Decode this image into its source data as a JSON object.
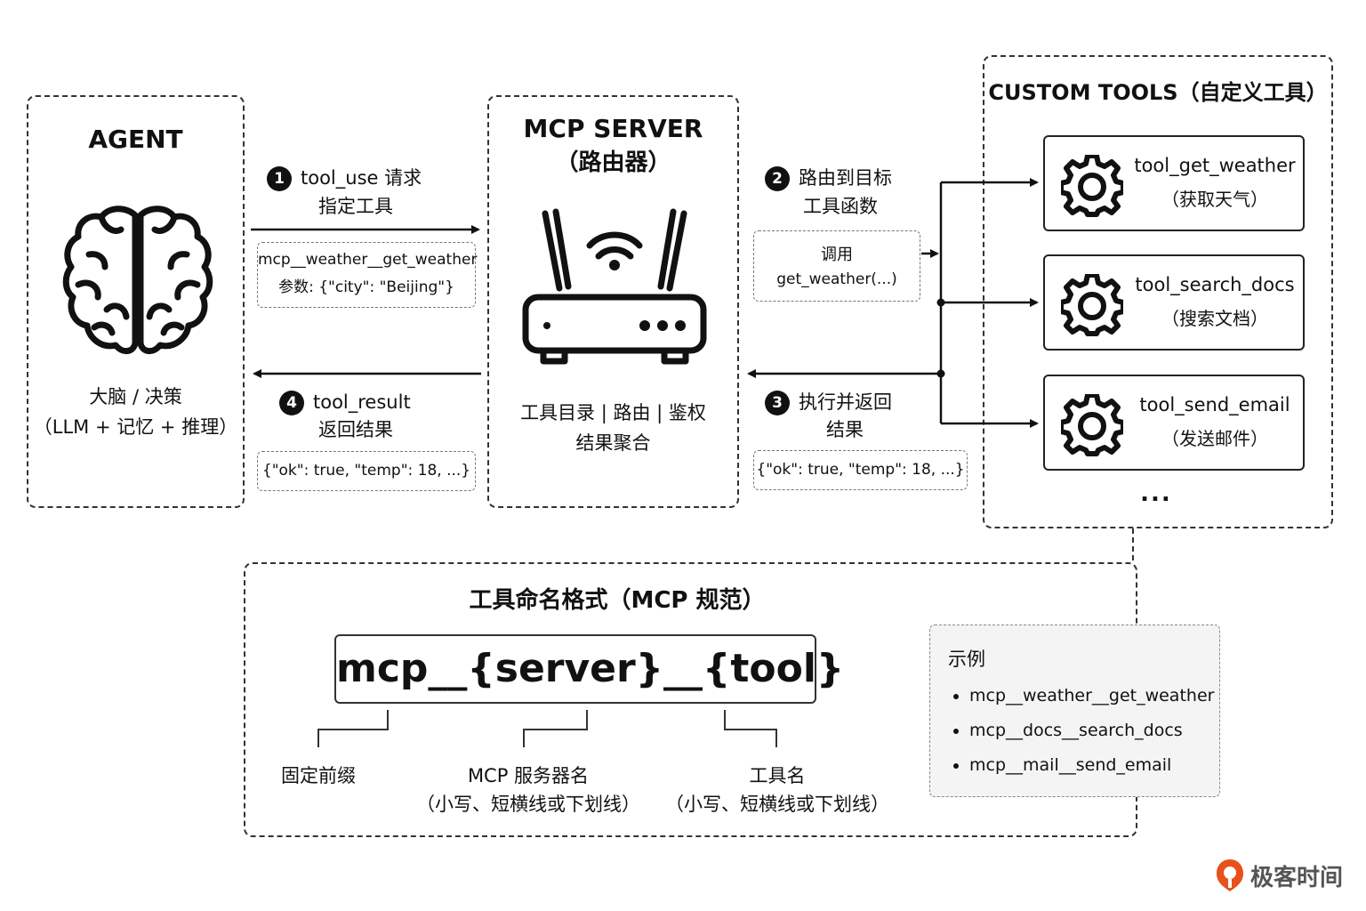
{
  "agent": {
    "title": "AGENT",
    "caption_line1": "大脑 / 决策",
    "caption_line2": "（LLM + 记忆 + 推理）"
  },
  "server": {
    "title_line1": "MCP SERVER",
    "title_line2": "（路由器）",
    "caption_line1": "工具目录 | 路由 | 鉴权",
    "caption_line2": "结果聚合"
  },
  "steps": [
    {
      "num": "1",
      "line1": "tool_use 请求",
      "line2": "指定工具",
      "box_line1": "mcp__weather__get_weather",
      "box_line2": "参数: {\"city\": \"Beijing\"}"
    },
    {
      "num": "2",
      "line1": "路由到目标",
      "line2": "工具函数",
      "box_line1": "调用",
      "box_line2": "get_weather(...)"
    },
    {
      "num": "3",
      "line1": "执行并返回",
      "line2": "结果",
      "box_line1": "{\"ok\": true, \"temp\": 18, ...}"
    },
    {
      "num": "4",
      "line1": "tool_result",
      "line2": "返回结果",
      "box_line1": "{\"ok\": true, \"temp\": 18, ...}"
    }
  ],
  "custom_tools": {
    "title": "CUSTOM TOOLS（自定义工具）",
    "items": [
      {
        "name": "tool_get_weather",
        "cn": "（获取天气）"
      },
      {
        "name": "tool_search_docs",
        "cn": "（搜索文档）"
      },
      {
        "name": "tool_send_email",
        "cn": "（发送邮件）"
      }
    ],
    "more": "..."
  },
  "naming": {
    "title": "工具命名格式（MCP 规范）",
    "format": "mcp__{server}__{tool}",
    "parts": [
      {
        "line1": "固定前缀",
        "line2": ""
      },
      {
        "line1": "MCP 服务器名",
        "line2": "（小写、短横线或下划线）"
      },
      {
        "line1": "工具名",
        "line2": "（小写、短横线或下划线）"
      }
    ],
    "examples_title": "示例",
    "examples": [
      "mcp__weather__get_weather",
      "mcp__docs__search_docs",
      "mcp__mail__send_email"
    ]
  },
  "brand": {
    "name": "极客时间",
    "color": "#e8501c"
  },
  "icons": {
    "agent": "brain-icon",
    "server": "router-icon",
    "tool": "gear-icon"
  }
}
